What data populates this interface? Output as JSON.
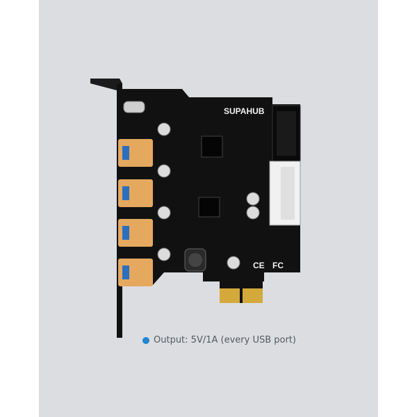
{
  "brand_label": "SUPAHUB",
  "certifications": [
    "CE",
    "FC"
  ],
  "caption": {
    "bullet_color": "#1f86cf",
    "text": "Output: 5V/1A (every USB port)"
  },
  "colors": {
    "background_panel": "#dcdde1",
    "pcb": "#111111",
    "usb_port": "#e5a85f",
    "usb_inner": "#2d6fbf",
    "gold_fingers": "#d4a93c"
  },
  "usb_port_count": 4
}
